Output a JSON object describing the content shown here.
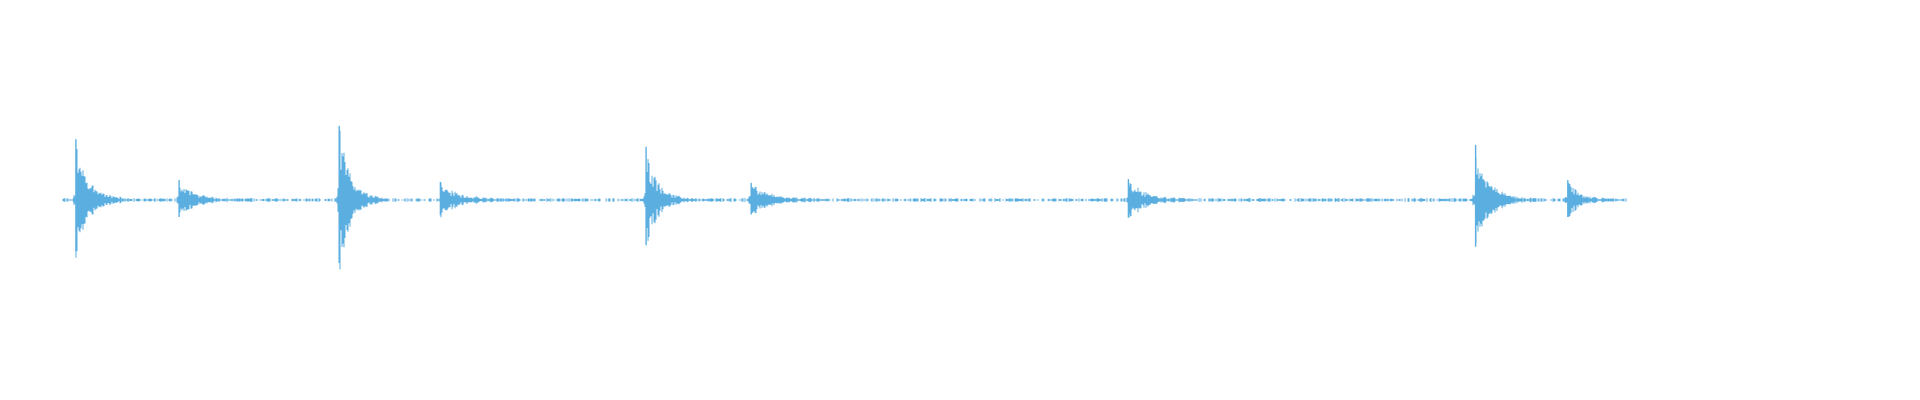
{
  "waveform": {
    "color": "#5aaee0",
    "background": "#ffffff",
    "transients": [
      {
        "t": 0.0195,
        "amp": 0.64,
        "decay": 0.0065
      },
      {
        "t": 0.0756,
        "amp": 0.21,
        "decay": 0.0075
      },
      {
        "t": 0.1626,
        "amp": 0.78,
        "decay": 0.0058
      },
      {
        "t": 0.2176,
        "amp": 0.19,
        "decay": 0.0085
      },
      {
        "t": 0.3294,
        "amp": 0.56,
        "decay": 0.006
      },
      {
        "t": 0.3865,
        "amp": 0.18,
        "decay": 0.0095
      },
      {
        "t": 0.5915,
        "amp": 0.22,
        "decay": 0.008
      },
      {
        "t": 0.7802,
        "amp": 0.58,
        "decay": 0.007
      },
      {
        "t": 0.8303,
        "amp": 0.21,
        "decay": 0.006
      }
    ],
    "noise_floor": 0.02,
    "active_range": [
      0.012,
      0.8625
    ]
  }
}
